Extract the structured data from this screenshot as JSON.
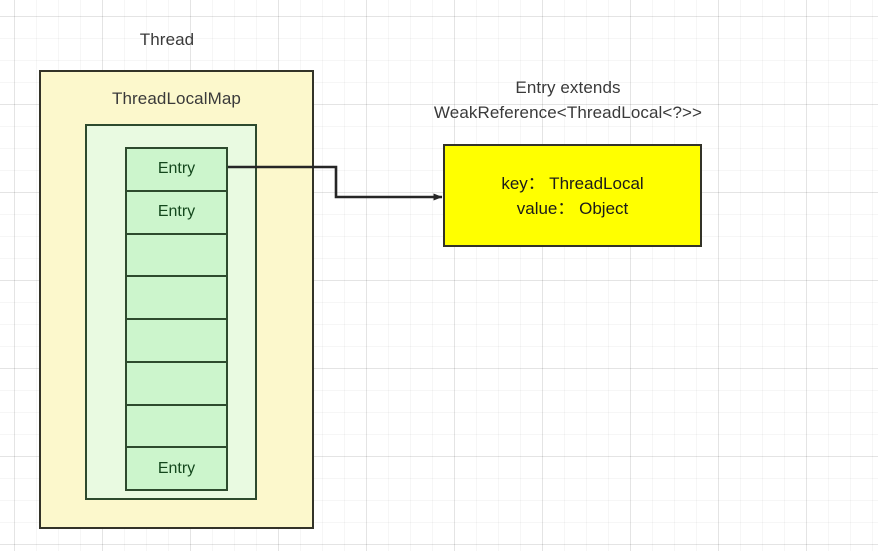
{
  "diagram": {
    "title_label": "Thread",
    "map_label": "ThreadLocalMap",
    "entry_extends_label": "Entry extends WeakReference<ThreadLocal<?>>",
    "entry_extends_line1": "Entry extends",
    "entry_extends_line2": "WeakReference<ThreadLocal<?>>",
    "entry_cells": [
      {
        "label": "Entry",
        "occupied": true
      },
      {
        "label": "Entry",
        "occupied": true
      },
      {
        "label": "",
        "occupied": false
      },
      {
        "label": "",
        "occupied": false
      },
      {
        "label": "",
        "occupied": false
      },
      {
        "label": "",
        "occupied": false
      },
      {
        "label": "",
        "occupied": false
      },
      {
        "label": "Entry",
        "occupied": true
      }
    ],
    "entry_detail": {
      "key_line": "key： ThreadLocal",
      "value_line": "value： Object"
    },
    "connector": {
      "from": "first-entry-cell",
      "to": "entry-detail-box",
      "style": "elbow-arrow"
    },
    "colors": {
      "thread_box_fill": "#FCF8CC",
      "thread_box_border": "#333328",
      "map_box_fill": "#E9FAE1",
      "map_box_border": "#2D4A2D",
      "entry_cell_fill": "#CCF5CC",
      "entry_cell_border": "#2D4A2D",
      "entry_cell_text": "#14481D",
      "detail_box_fill": "#FFFF00",
      "detail_box_border": "#333328",
      "label_text": "#3A3A3A",
      "connector_stroke": "#262626",
      "canvas_background": "#FFFFFF",
      "grid_line": "#E8E8E8"
    }
  }
}
